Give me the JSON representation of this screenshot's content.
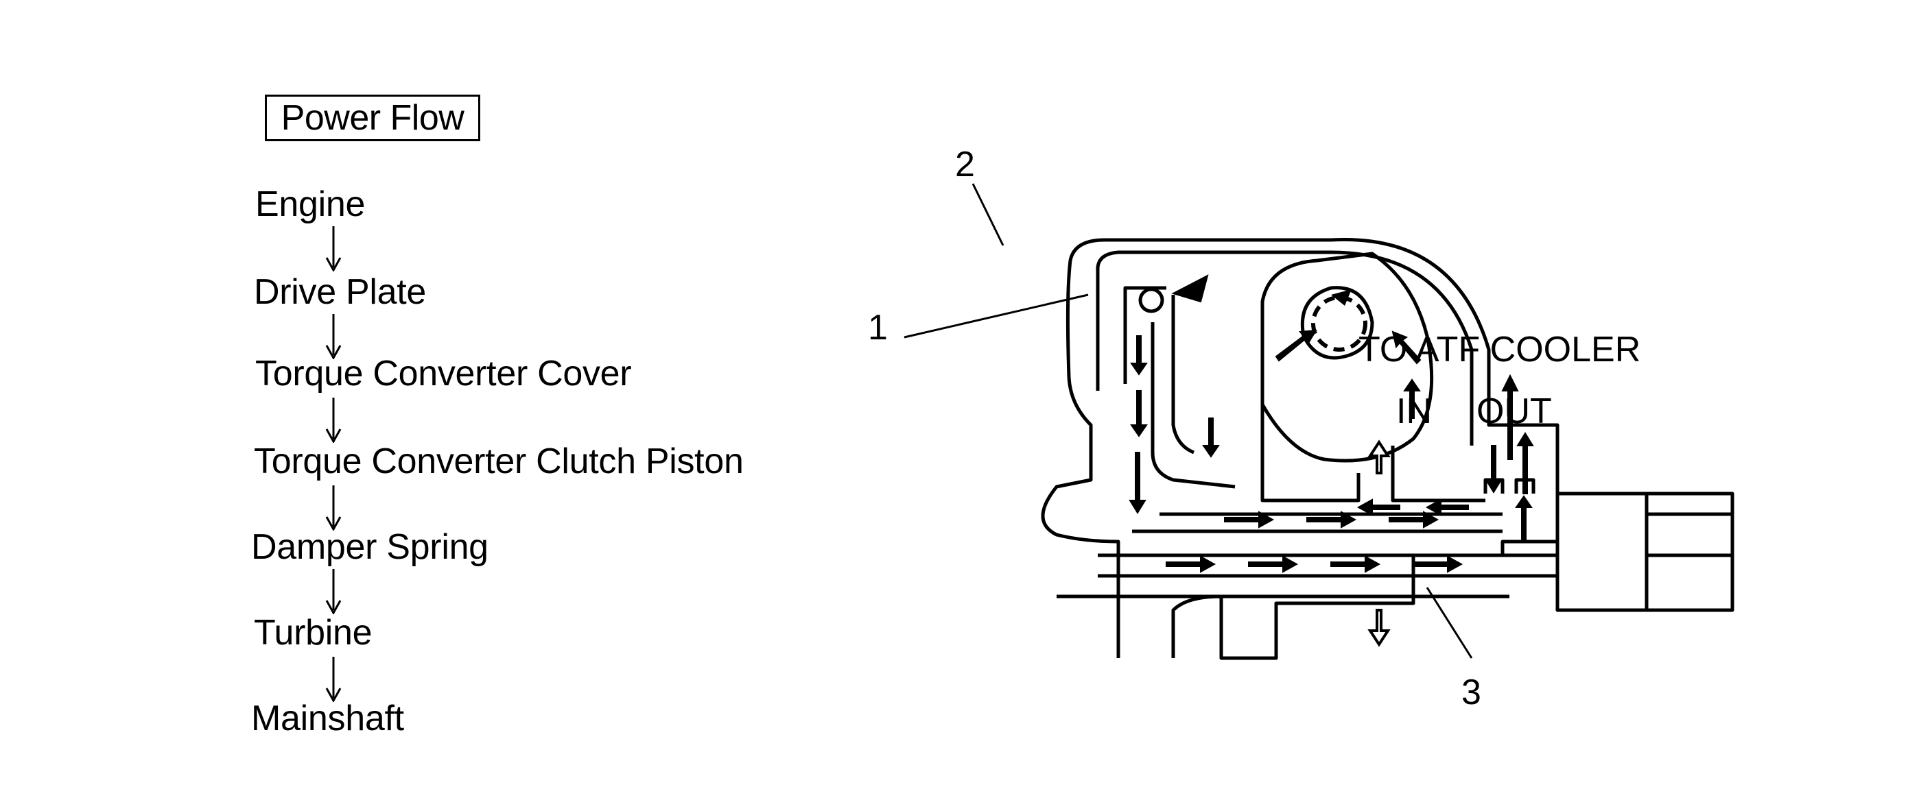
{
  "flow": {
    "title": "Power Flow",
    "steps": [
      "Engine",
      "Drive Plate",
      "Torque Converter Cover",
      "Torque Converter Clutch Piston",
      "Damper Spring",
      "Turbine",
      "Mainshaft"
    ]
  },
  "diagram": {
    "callouts": [
      "1",
      "2",
      "3"
    ],
    "cooler_label": "TO ATF COOLER",
    "in_label": "IN",
    "out_label": "OUT"
  },
  "colors": {
    "ink": "#000000",
    "paper": "#ffffff"
  }
}
